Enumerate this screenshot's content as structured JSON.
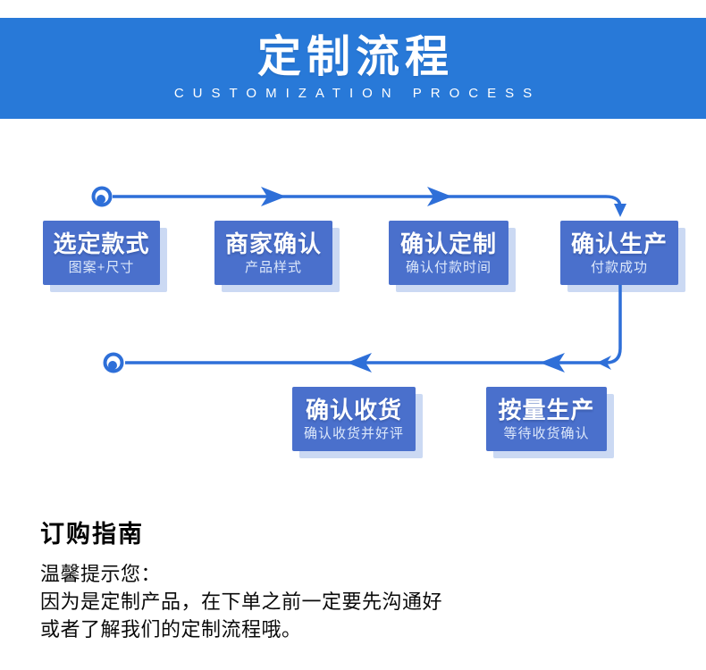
{
  "header": {
    "title": "定制流程",
    "subtitle": "CUSTOMIZATION PROCESS"
  },
  "colors": {
    "banner": "#2879d8",
    "line": "#2e6fd8",
    "box": "#4a70cc",
    "box_shadow": "#cbd9f3",
    "box_sub": "#dde8fa",
    "ink": "#0a0a0a"
  },
  "flow": {
    "steps": [
      {
        "title": "选定款式",
        "subtitle": "图案+尺寸"
      },
      {
        "title": "商家确认",
        "subtitle": "产品样式"
      },
      {
        "title": "确认定制",
        "subtitle": "确认付款时间"
      },
      {
        "title": "确认生产",
        "subtitle": "付款成功"
      },
      {
        "title": "按量生产",
        "subtitle": "等待收货确认"
      },
      {
        "title": "确认收货",
        "subtitle": "确认收货并好评"
      }
    ]
  },
  "guide": {
    "heading": "订购指南",
    "lines": [
      "温馨提示您：",
      "因为是定制产品，在下单之前一定要先沟通好",
      "或者了解我们的定制流程哦。"
    ]
  }
}
